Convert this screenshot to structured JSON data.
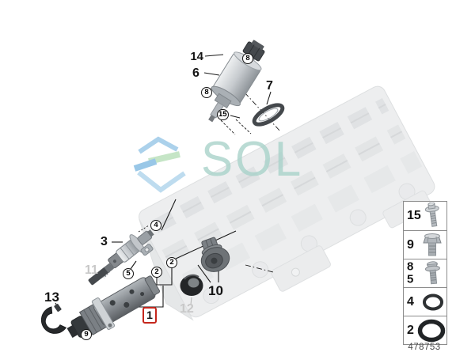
{
  "watermark": {
    "text": "SOL"
  },
  "drawing_number": "478753",
  "callouts": {
    "n14": "14",
    "n6": "6",
    "n7": "7",
    "n3": "3",
    "n13": "13",
    "n10": "10",
    "n11": "11",
    "n12": "12",
    "c8a": "8",
    "c8b": "8",
    "c15": "15",
    "c4": "4",
    "c5": "5",
    "c2a": "2",
    "c2b": "2",
    "c9": "9",
    "b1": "1"
  },
  "legend": {
    "rows": [
      {
        "numbers": [
          "15"
        ],
        "icon": "flange-bolt-icon"
      },
      {
        "numbers": [
          "9"
        ],
        "icon": "hex-bolt-icon"
      },
      {
        "numbers": [
          "8",
          "5"
        ],
        "icon": "washer-bolt-icon"
      },
      {
        "numbers": [
          "4"
        ],
        "icon": "o-ring-small-icon"
      },
      {
        "numbers": [
          "2"
        ],
        "icon": "o-ring-large-icon"
      }
    ]
  },
  "colors": {
    "callout_box_red": "#c5271d",
    "ghost_label_gray": "#c8c8c8",
    "watermark_teal": "#a9d3ca",
    "logo_light_blue": "#a3cde9",
    "logo_blue": "#8ec2e5",
    "logo_green": "#bfe3c0"
  }
}
